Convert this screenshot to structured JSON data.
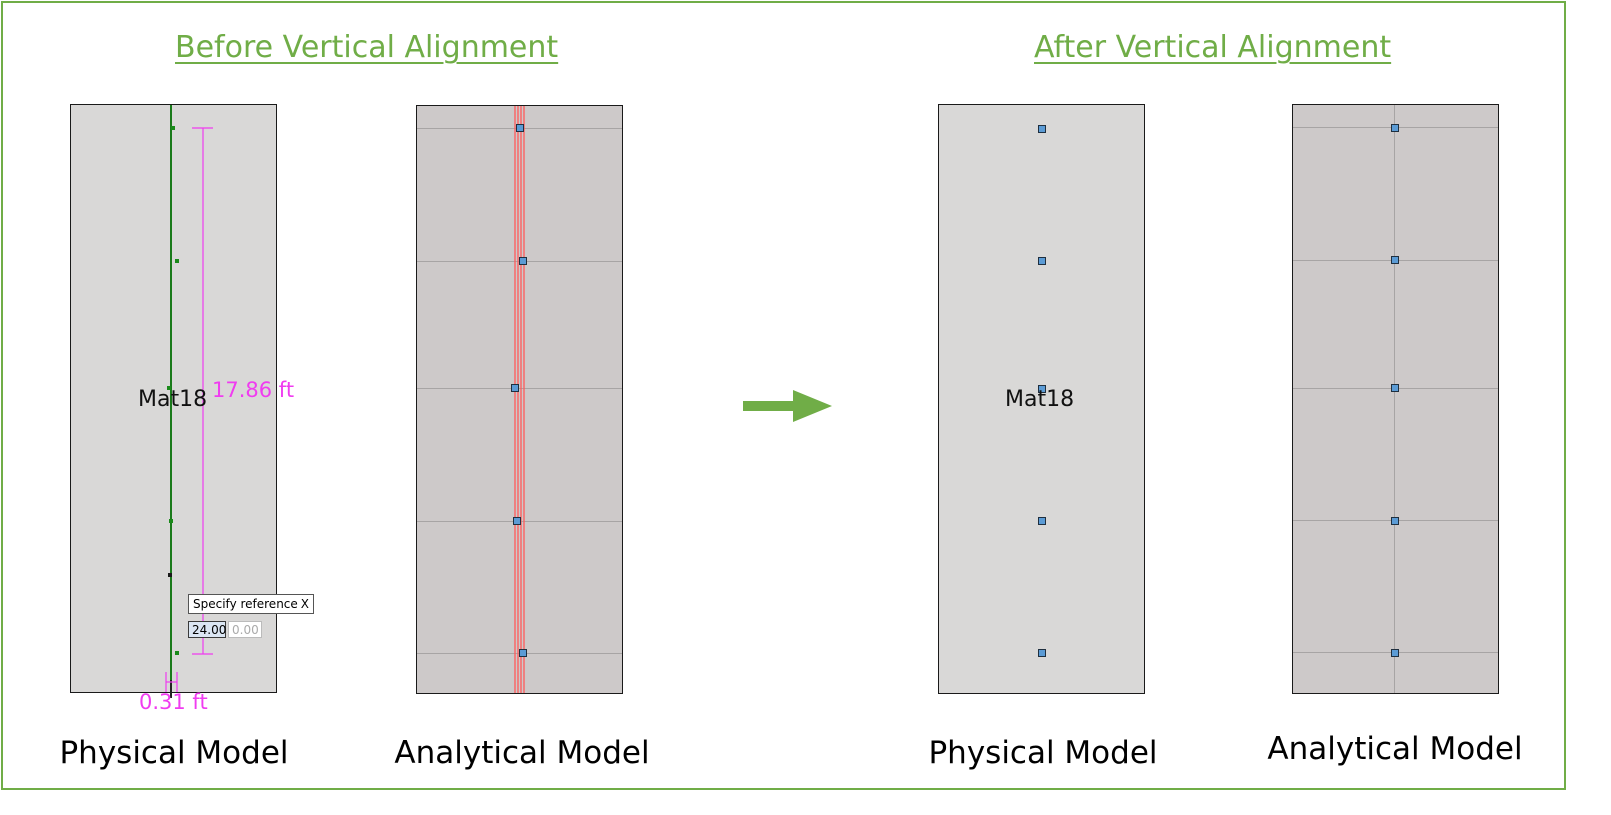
{
  "headings": {
    "before": "Before Vertical Alignment",
    "after": "After Vertical Alignment"
  },
  "captions": {
    "before_physical": "Physical Model",
    "before_analytical": "Analytical Model",
    "after_physical": "Physical Model",
    "after_analytical": "Analytical Model"
  },
  "material_label": "Mat18",
  "dimensions": {
    "height": "17.86 ft",
    "offset": "0.31 ft"
  },
  "tooltip": {
    "text": "Specify reference",
    "close": "X",
    "value_x": "24.00",
    "value_y": "0.00"
  },
  "colors": {
    "frame": "#70ad47",
    "heading": "#70ad47",
    "arrow": "#70ad47",
    "physical_fill": "#d9d8d7",
    "analytical_fill": "#cdc9c9",
    "dimension": "#f03cf0",
    "red_lines": "#ff5a5a",
    "green_line": "#1a7a1a",
    "node": "#5b9bd5"
  },
  "icons": {
    "arrow": "right-arrow-icon"
  }
}
